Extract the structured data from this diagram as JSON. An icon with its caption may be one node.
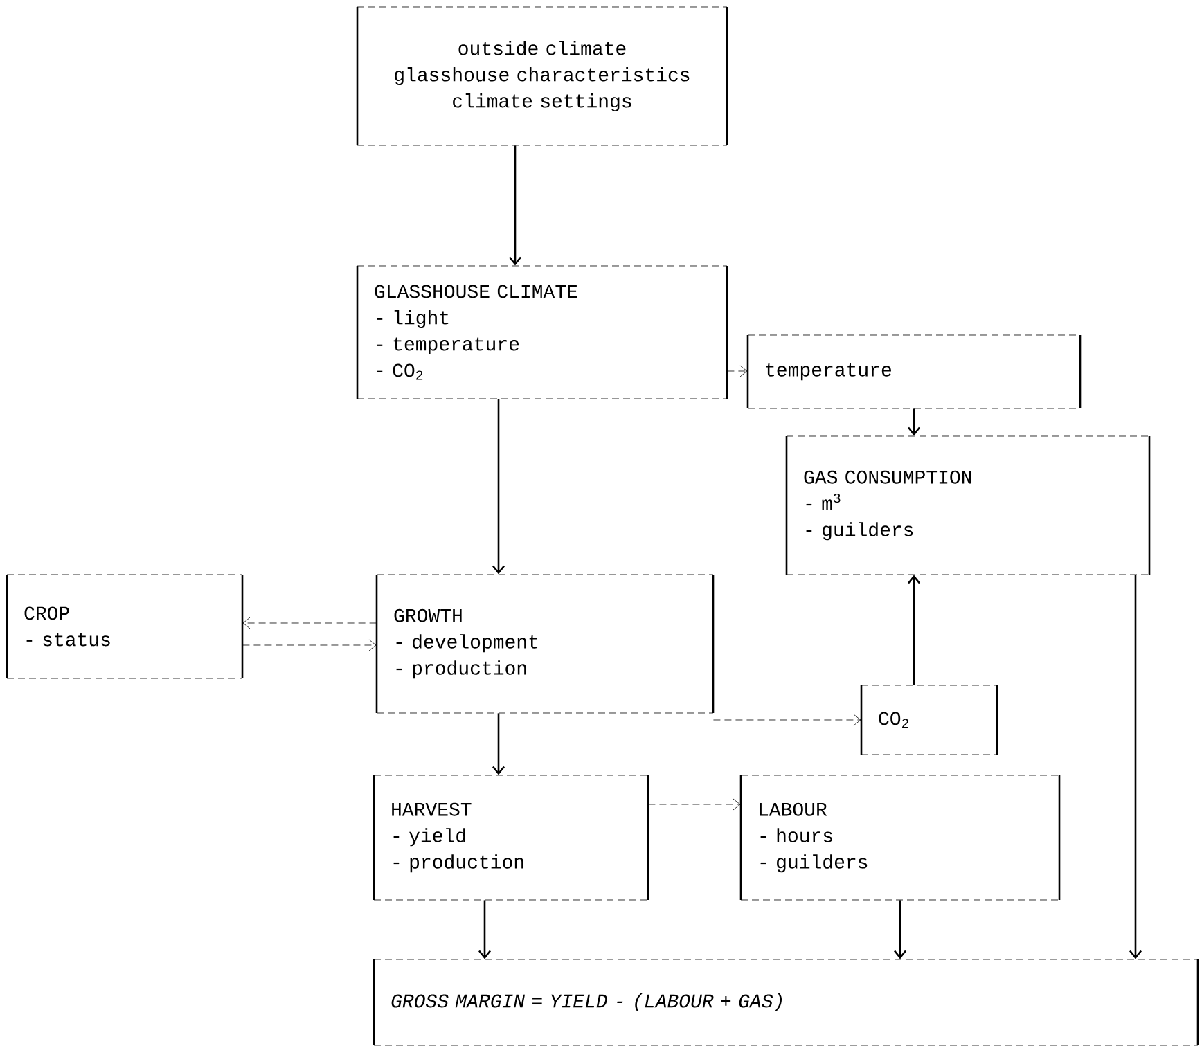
{
  "diagram": {
    "nodes": [
      {
        "text": [
          "outside climate",
          "glasshouse characteristics",
          "climate settings"
        ]
      },
      {
        "text": [
          "GLASSHOUSE CLIMATE",
          "- light",
          "- temperature",
          "- CO$_{2}$"
        ]
      },
      {
        "text": [
          "temperature"
        ]
      },
      {
        "text": [
          "GAS CONSUMPTION",
          "- m$^{3}$",
          "- guilders"
        ]
      },
      {
        "text": [
          "CROP",
          "- status"
        ]
      },
      {
        "text": [
          "GROWTH",
          "- development",
          "- production"
        ]
      },
      {
        "text": [
          "CO$_{2}$"
        ]
      },
      {
        "text": [
          "HARVEST",
          "- yield",
          "- production"
        ]
      },
      {
        "text": [
          "LABOUR",
          "- hours",
          "- guilders"
        ]
      },
      {
        "text": [
          "GROSS MARGIN = YIELD - (LABOUR + GAS)"
        ]
      }
    ],
    "edges": [
      {
        "from": 0,
        "to": 1,
        "arrow": "to"
      },
      {
        "from": 1,
        "to": 2,
        "arrow": "to",
        "style": "dashed"
      },
      {
        "from": 2,
        "to": 3,
        "arrow": "to"
      },
      {
        "from": 1,
        "to": 5,
        "arrow": "to"
      },
      {
        "from": 5,
        "to": 4,
        "arrow": "to",
        "style": "dashed"
      },
      {
        "from": 4,
        "to": 5,
        "arrow": "to",
        "style": "dashed"
      },
      {
        "from": 5,
        "to": 6,
        "arrow": "to",
        "style": "dashed"
      },
      {
        "from": 6,
        "to": 3,
        "arrow": "to"
      },
      {
        "from": 5,
        "to": 7,
        "arrow": "to"
      },
      {
        "from": 7,
        "to": 8,
        "arrow": "to",
        "style": "dashed"
      },
      {
        "from": 7,
        "to": 9,
        "arrow": "to"
      },
      {
        "from": 8,
        "to": 9,
        "arrow": "to"
      },
      {
        "from": 3,
        "to": 9,
        "arrow": "to"
      }
    ]
  }
}
